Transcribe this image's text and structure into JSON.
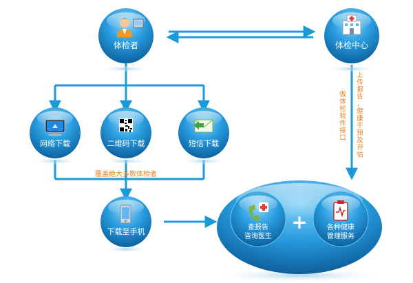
{
  "nodes": {
    "examinee": "体检者",
    "center": "体检中心",
    "web_download": "网络下载",
    "qr_download": "二维码下载",
    "sms_download": "短信下载",
    "phone_download": "下载至手机",
    "report_consult": [
      "查报告",
      "咨询医生"
    ],
    "health_service": [
      "各种健康",
      "管理服务"
    ]
  },
  "edges": {
    "coverage_note": "覆盖绝大多数体检者",
    "upload_col1": "上传报告，健康干预及评估",
    "upload_col2": "做体检软件接口"
  },
  "plus": "+",
  "colors": {
    "blue_dark": "#0a5f9c",
    "blue_light": "#5ab8ea",
    "line": "#1a9ad8",
    "orange": "#e8821e",
    "white": "#ffffff"
  }
}
